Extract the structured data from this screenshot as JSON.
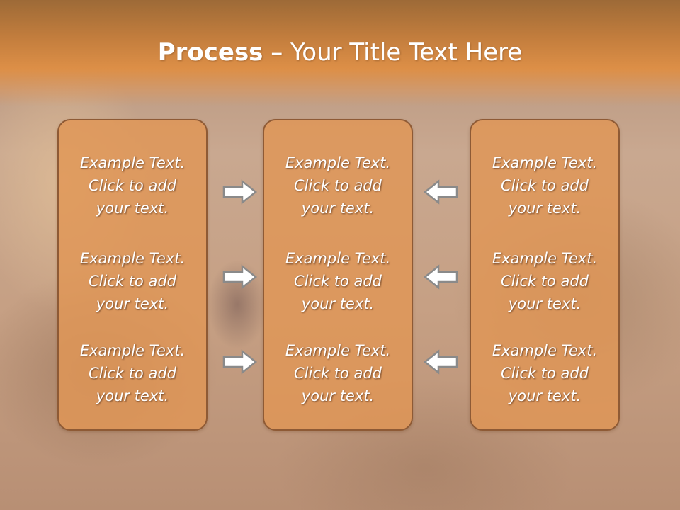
{
  "slide": {
    "title_strong": "Process",
    "title_rest": " – Your Title Text Here"
  },
  "boxes": {
    "left": [
      "Example Text.\nClick  to add\nyour text.",
      "Example Text.\nClick  to add\nyour text.",
      "Example Text.\nClick  to add\nyour text."
    ],
    "center": [
      "Example Text.\nClick  to add\nyour text.",
      "Example Text.\nClick  to add\nyour text.",
      "Example Text.\nClick  to add\nyour text."
    ],
    "right": [
      "Example Text.\nClick  to add\nyour text.",
      "Example Text.\nClick  to add\nyour text.",
      "Example Text.\nClick  to add\nyour text."
    ]
  },
  "colors": {
    "header": "#dd8f47",
    "box_fill": "#e0965a",
    "box_border": "#8e5a35",
    "arrow_fill": "#ffffff",
    "arrow_stroke": "#8a8a8a"
  },
  "icons": {
    "right_arrow": "arrow-right-icon",
    "left_arrow": "arrow-left-icon"
  }
}
